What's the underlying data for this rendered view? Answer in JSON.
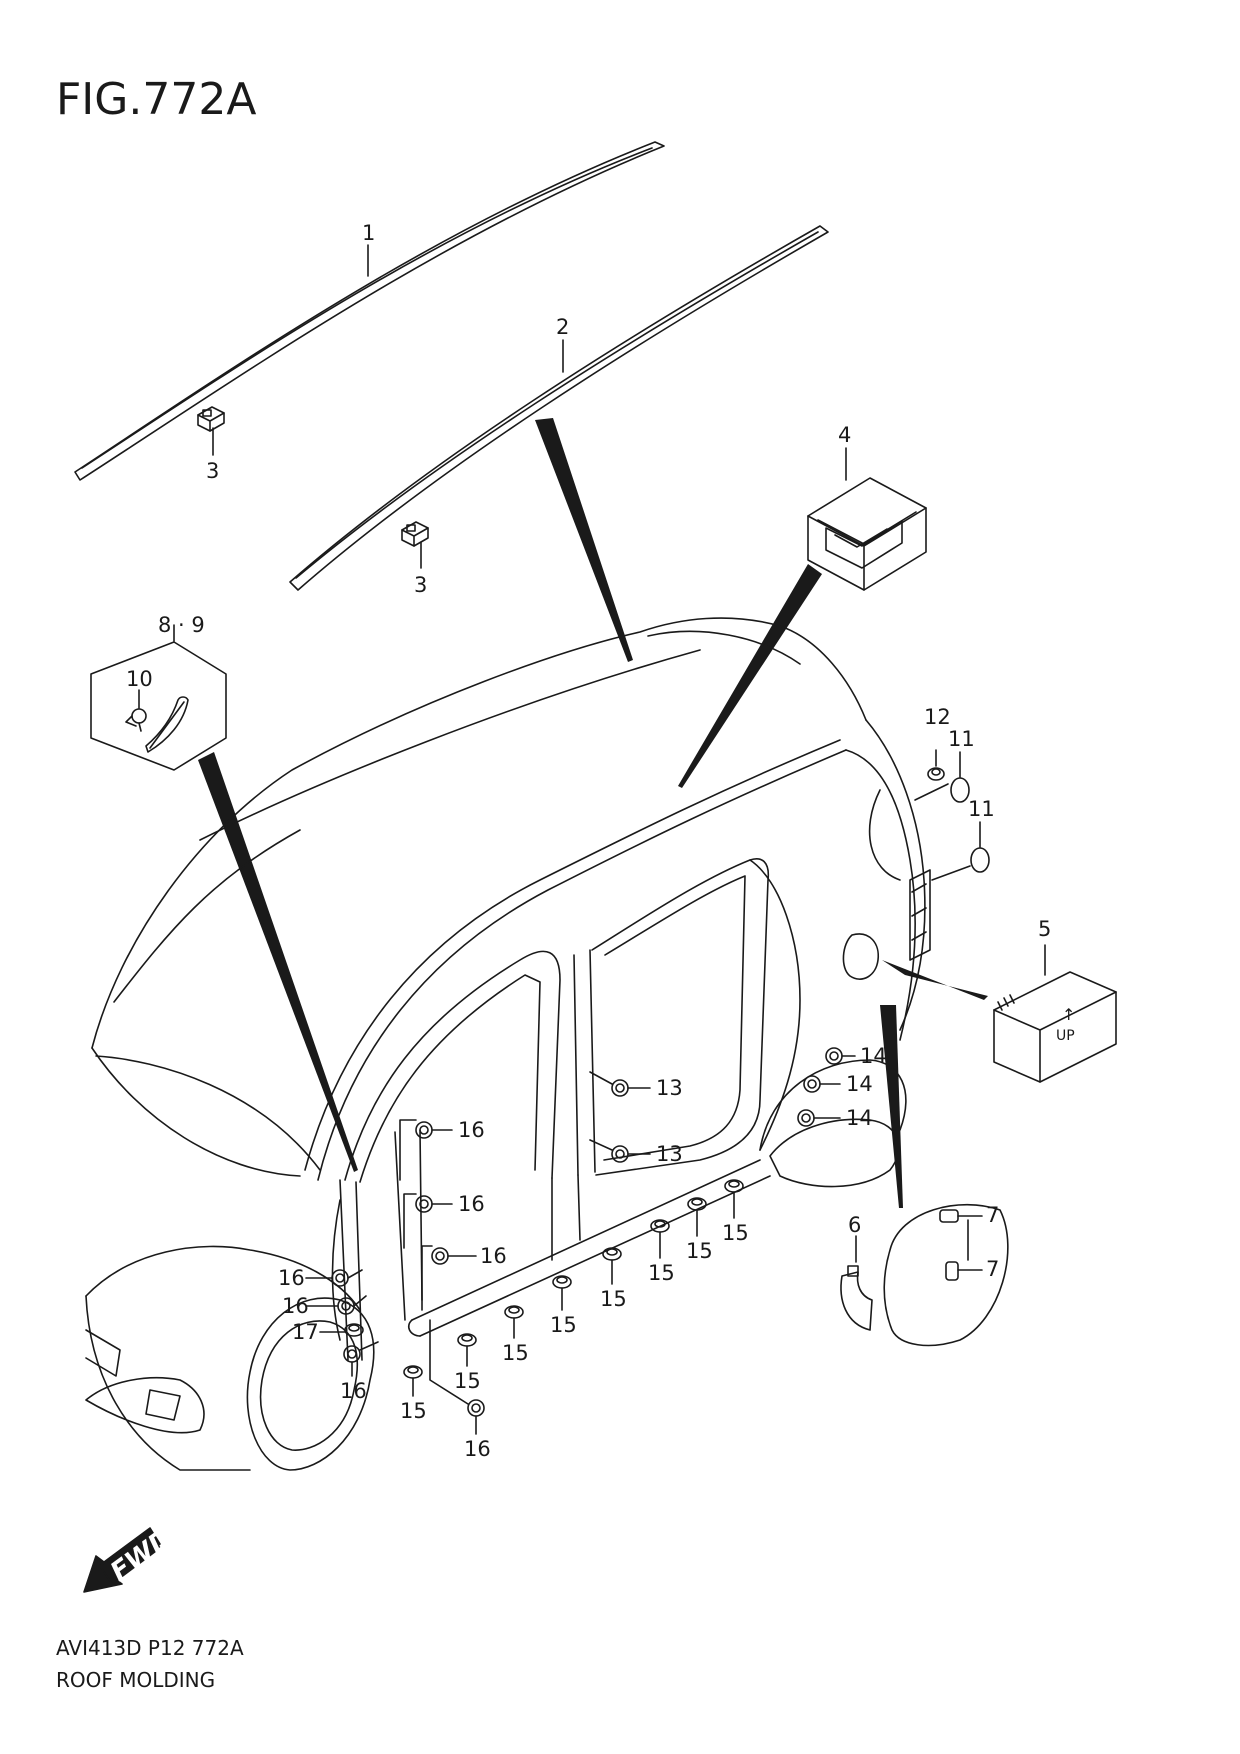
{
  "figure": {
    "title": "FIG.772A",
    "code": "AVI413D P12 772A",
    "name": "ROOF MOLDING"
  },
  "fwd_label": "FWD",
  "callouts": [
    {
      "id": "c1",
      "text": "1"
    },
    {
      "id": "c2",
      "text": "2"
    },
    {
      "id": "c3a",
      "text": "3"
    },
    {
      "id": "c3b",
      "text": "3"
    },
    {
      "id": "c4",
      "text": "4"
    },
    {
      "id": "c5",
      "text": "5"
    },
    {
      "id": "c6",
      "text": "6"
    },
    {
      "id": "c7a",
      "text": "7"
    },
    {
      "id": "c7b",
      "text": "7"
    },
    {
      "id": "c89",
      "text": "8 · 9"
    },
    {
      "id": "c10",
      "text": "10"
    },
    {
      "id": "c11a",
      "text": "11"
    },
    {
      "id": "c11b",
      "text": "11"
    },
    {
      "id": "c12",
      "text": "12"
    },
    {
      "id": "c13a",
      "text": "13"
    },
    {
      "id": "c13b",
      "text": "13"
    },
    {
      "id": "c14a",
      "text": "14"
    },
    {
      "id": "c14b",
      "text": "14"
    },
    {
      "id": "c14c",
      "text": "14"
    },
    {
      "id": "c15a",
      "text": "15"
    },
    {
      "id": "c15b",
      "text": "15"
    },
    {
      "id": "c15c",
      "text": "15"
    },
    {
      "id": "c15d",
      "text": "15"
    },
    {
      "id": "c15e",
      "text": "15"
    },
    {
      "id": "c15f",
      "text": "15"
    },
    {
      "id": "c15g",
      "text": "15"
    },
    {
      "id": "c15h",
      "text": "15"
    },
    {
      "id": "c16a",
      "text": "16"
    },
    {
      "id": "c16b",
      "text": "16"
    },
    {
      "id": "c16c",
      "text": "16"
    },
    {
      "id": "c16d",
      "text": "16"
    },
    {
      "id": "c16e",
      "text": "16"
    },
    {
      "id": "c16f",
      "text": "16"
    },
    {
      "id": "c16g",
      "text": "16"
    },
    {
      "id": "c17",
      "text": "17"
    }
  ],
  "part_label_text": "↑ UP"
}
